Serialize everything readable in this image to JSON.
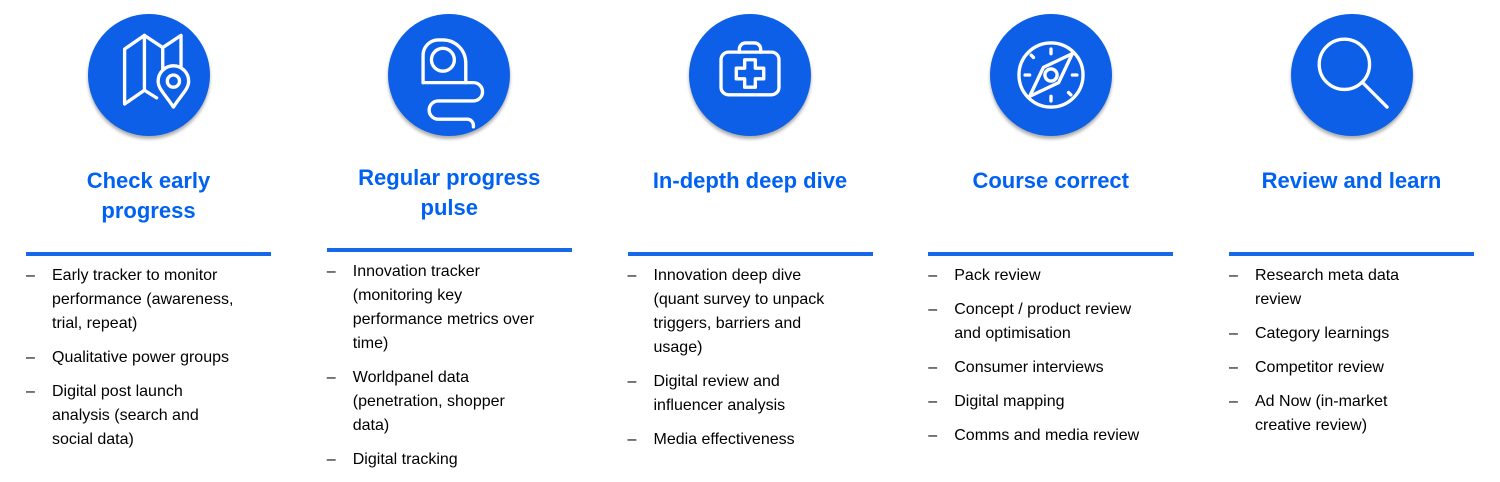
{
  "colors": {
    "circle_blue": "#0C5FE6",
    "heading_blue": "#0061F2",
    "divider_blue": "#1767E9",
    "body_text": "#000000",
    "background": "#FFFFFF",
    "icon_stroke": "#FFFFFF"
  },
  "bullet_marker": "–",
  "columns": [
    {
      "icon": "map-location-pin-icon",
      "title": "Check early progress",
      "bullets": [
        "Early tracker to monitor performance (awareness, trial, repeat)",
        "Qualitative power groups",
        "Digital post launch analysis (search and social data)"
      ]
    },
    {
      "icon": "tape-measure-icon",
      "title": "Regular progress pulse",
      "bullets": [
        "Innovation tracker (monitoring key performance metrics over time)",
        "Worldpanel data (penetration, shopper data)",
        "Digital tracking"
      ]
    },
    {
      "icon": "first-aid-kit-icon",
      "title": "In-depth deep dive",
      "bullets": [
        "Innovation deep dive (quant survey to unpack triggers, barriers and usage)",
        "Digital review and influencer analysis",
        "Media effectiveness"
      ]
    },
    {
      "icon": "compass-icon",
      "title": "Course correct",
      "bullets": [
        "Pack review",
        "Concept / product  review and optimisation",
        "Consumer interviews",
        "Digital mapping",
        "Comms and media review"
      ]
    },
    {
      "icon": "magnifier-icon",
      "title": "Review and learn",
      "bullets": [
        "Research meta data review",
        "Category learnings",
        "Competitor review",
        "Ad Now (in-market creative review)"
      ]
    }
  ]
}
